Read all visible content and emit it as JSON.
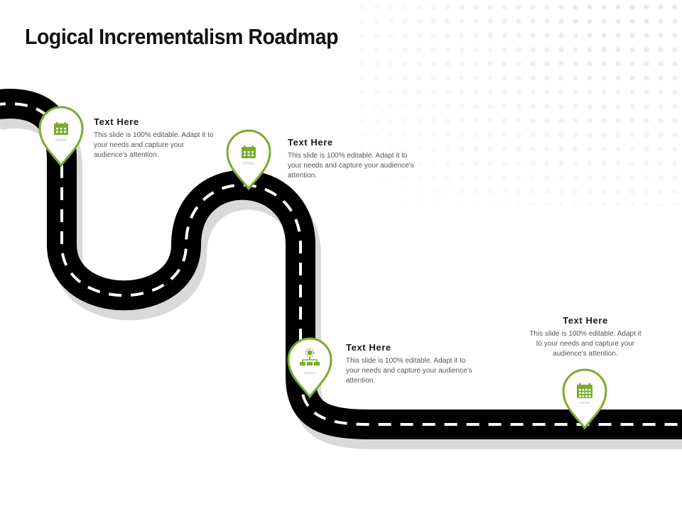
{
  "slide": {
    "title": "Logical Incrementalism Roadmap"
  },
  "colors": {
    "accent": "#7aab2e",
    "road": "#000000",
    "road_shadow": "#d9d9d9",
    "lane_marking": "#ffffff"
  },
  "steps": [
    {
      "heading": "Text Here",
      "body": "This slide is 100% editable. Adapt it to your needs and capture your audience's attention.",
      "icon": "calendar-icon"
    },
    {
      "heading": "Text Here",
      "body": "This slide is 100% editable. Adapt it to your needs and capture your audience's attention.",
      "icon": "calendar-icon"
    },
    {
      "heading": "Text Here",
      "body": "This slide is 100% editable. Adapt it to your needs and capture your audience's attention.",
      "icon": "hierarchy-icon"
    },
    {
      "heading": "Text Here",
      "body": "This slide is 100% editable. Adapt it to your needs and capture your audience's attention.",
      "icon": "calendar-icon"
    }
  ]
}
